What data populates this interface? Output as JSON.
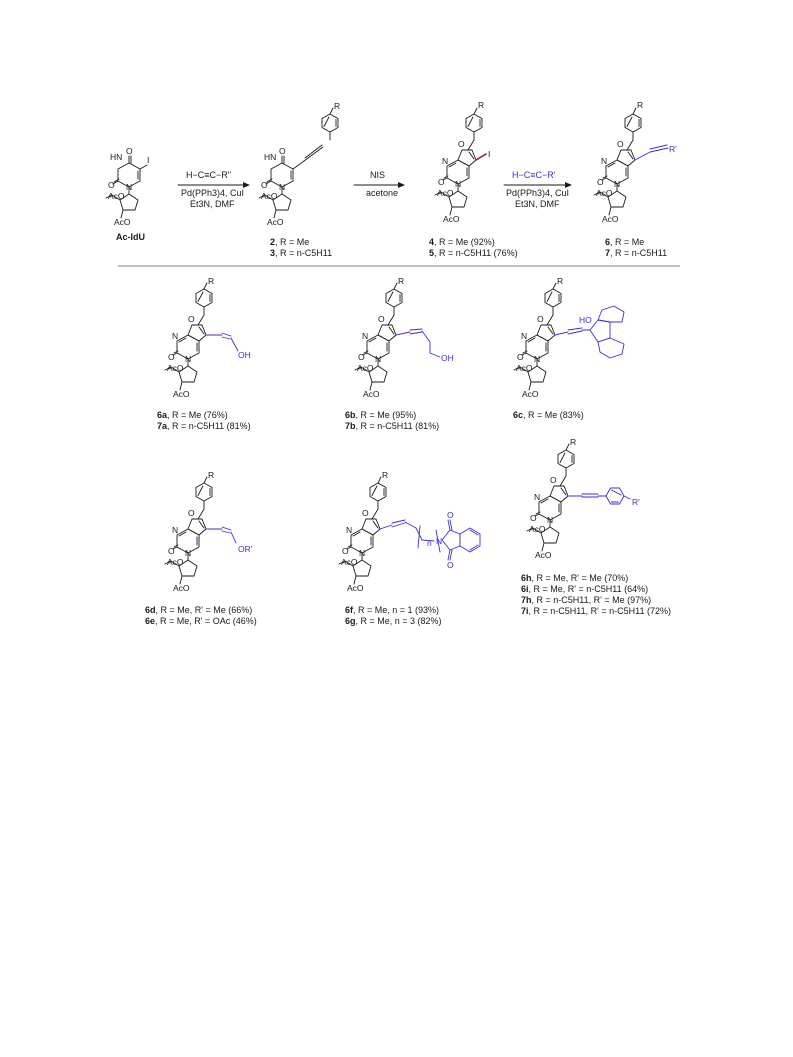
{
  "substituents": {
    "R": "R",
    "R1": "R'"
  },
  "atoms": {
    "N": "N",
    "O": "O",
    "HN": "HN",
    "I": "I",
    "AcO": "AcO",
    "OH": "OH",
    "HO": "HO",
    "OR1": "OR'"
  },
  "scheme": {
    "compounds": {
      "acidu": {
        "label": "Ac-IdU"
      },
      "c2": {
        "num": "2",
        "rest": ", R = Me"
      },
      "c3": {
        "num": "3",
        "rest": ", R = n-C5H11"
      },
      "c4": {
        "num": "4",
        "rest": ", R = Me (92%)"
      },
      "c5": {
        "num": "5",
        "rest": ", R = n-C5H11 (76%)"
      },
      "c6": {
        "num": "6",
        "rest": ", R = Me"
      },
      "c7": {
        "num": "7",
        "rest": ", R = n-C5H11"
      }
    },
    "step1": {
      "reagent": "H−C≡C−R\"",
      "cond1": "Pd(PPh3)4, CuI",
      "cond2": "Et3N, DMF"
    },
    "step2": {
      "reagent": "NIS",
      "cond1": "acetone"
    },
    "step3": {
      "reagent": "H−C≡C−R'",
      "cond1": "Pd(PPh3)4, CuI",
      "cond2": "Et3N, DMF"
    }
  },
  "products": [
    {
      "id": "6a7a",
      "lines": [
        {
          "num": "6a",
          "rest": ", R = Me (76%)"
        },
        {
          "num": "7a",
          "rest": ", R = n-C5H11 (81%)"
        }
      ]
    },
    {
      "id": "6b7b",
      "lines": [
        {
          "num": "6b",
          "rest": ", R = Me (95%)"
        },
        {
          "num": "7b",
          "rest": ", R = n-C5H11 (81%)"
        }
      ]
    },
    {
      "id": "6c",
      "lines": [
        {
          "num": "6c",
          "rest": ", R = Me (83%)"
        }
      ]
    },
    {
      "id": "6d6e",
      "lines": [
        {
          "num": "6d",
          "rest": ", R = Me, R' = Me (66%)"
        },
        {
          "num": "6e",
          "rest": ", R = Me, R' = OAc (46%)"
        }
      ]
    },
    {
      "id": "6f6g",
      "lines": [
        {
          "num": "6f",
          "rest": ", R = Me, n = 1 (93%)"
        },
        {
          "num": "6g",
          "rest": ", R = Me, n = 3 (82%)"
        }
      ]
    },
    {
      "id": "6h7i",
      "lines": [
        {
          "num": "6h",
          "rest": ", R = Me, R' = Me (70%)"
        },
        {
          "num": "6i",
          "rest": ", R = Me, R' = n-C5H11 (64%)"
        },
        {
          "num": "7h",
          "rest": ", R = n-C5H11, R' = Me (97%)"
        },
        {
          "num": "7i",
          "rest": ",  R = n-C5H11, R' = n-C5H11 (72%)"
        }
      ]
    }
  ],
  "extra": {
    "n": "n"
  },
  "colors": {
    "ink": "#1a1a1a",
    "accent": "#3b2fd6",
    "iodine_bond": "#8b1a1a",
    "background": "#ffffff"
  }
}
